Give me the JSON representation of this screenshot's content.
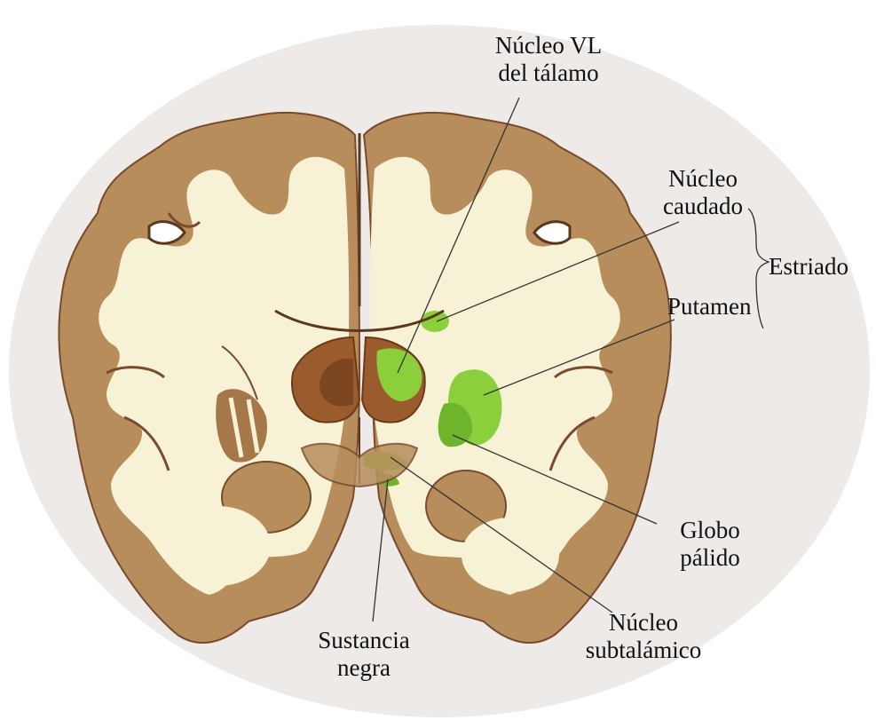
{
  "labels": {
    "vl_thalamus": [
      "Núcleo VL",
      "del tálamo"
    ],
    "caudate": [
      "Núcleo",
      "caudado"
    ],
    "striatum": "Estriado",
    "putamen": "Putamen",
    "globus_pallidus": [
      "Globo",
      "pálido"
    ],
    "subthalamic": [
      "Núcleo",
      "subtalámico"
    ],
    "substantia_nigra": [
      "Sustancia",
      "negra"
    ]
  },
  "colors": {
    "background_ellipse": "#eeeae8",
    "gray_matter": "#b78d5c",
    "white_matter": "#f7f2d6",
    "highlight": "#8ccf3c",
    "thalamus": "#9a5c2c",
    "leader_line": "#333333"
  }
}
